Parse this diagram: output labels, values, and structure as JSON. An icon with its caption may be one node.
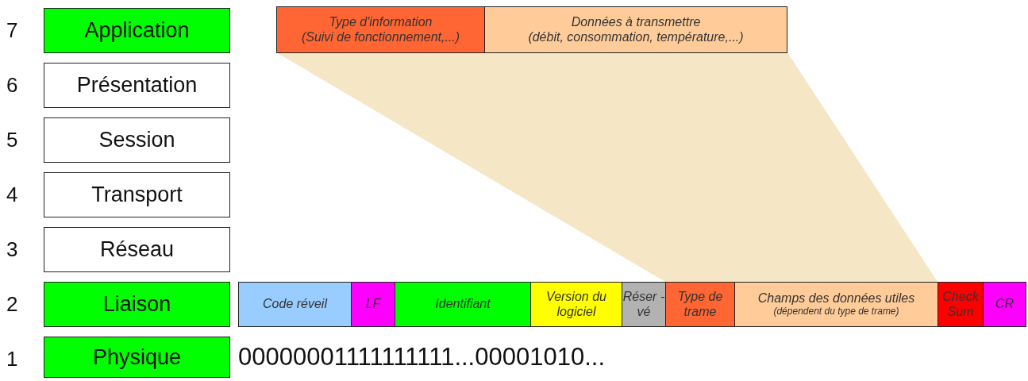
{
  "diagram": {
    "nodes": [
      {
        "text": [
          "Application"
        ]
      },
      {
        "text": [
          "Présentation"
        ]
      },
      {
        "text": [
          "Session"
        ]
      },
      {
        "text": [
          "Transport"
        ]
      },
      {
        "text": [
          "Réseau"
        ]
      },
      {
        "text": [
          "Liaison"
        ]
      },
      {
        "text": [
          "Physique"
        ]
      },
      {
        "text": [
          "Type d'information",
          "(Suivi de fonctionnement,...)"
        ]
      },
      {
        "text": [
          "Données à transmettre",
          "(débit, consommation, température,...)"
        ]
      },
      {
        "text": [
          "Code réveil"
        ]
      },
      {
        "text": [
          "LF"
        ]
      },
      {
        "text": [
          "Identifiant"
        ]
      },
      {
        "text": [
          "Version du logiciel"
        ]
      },
      {
        "text": [
          "Réser -vé"
        ]
      },
      {
        "text": [
          "Type de trame"
        ]
      },
      {
        "text": [
          "Champs des données utiles",
          "(dépendent du type de trame)"
        ]
      },
      {
        "text": [
          "Check Sum"
        ]
      },
      {
        "text": [
          "CR"
        ]
      }
    ],
    "edges": [],
    "labels": [
      "7",
      "6",
      "5",
      "4",
      "3",
      "2",
      "1",
      "00000001111111111...00001010..."
    ]
  }
}
